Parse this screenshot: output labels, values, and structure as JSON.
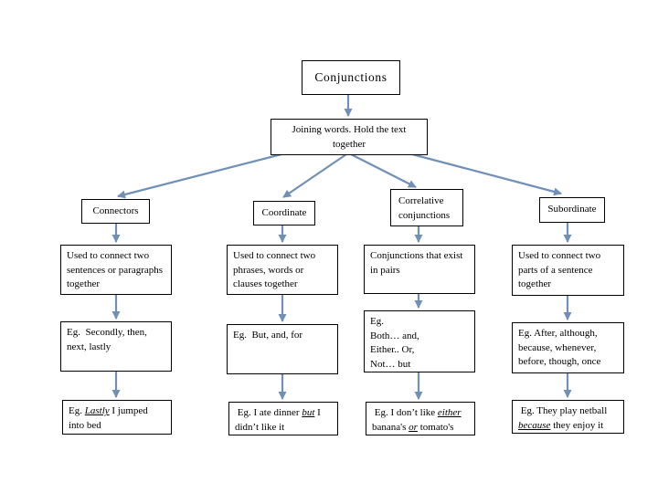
{
  "colors": {
    "arrow": "#7090B8",
    "border": "#000000",
    "background": "#FFFFFF"
  },
  "diagram": {
    "title": "Conjunctions",
    "definition": "Joining words. Hold the text\ntogether",
    "columns": [
      {
        "id": "connectors",
        "header": "Connectors",
        "description": "Used to connect two\nsentences or paragraphs\ntogether",
        "examples": "Eg.  Secondly, then,\nnext, lastly",
        "sentence": [
          {
            "t": "Eg. "
          },
          {
            "t": "Lastly",
            "s": "iu"
          },
          {
            "t": " I jumped\ninto bed"
          }
        ]
      },
      {
        "id": "coordinate",
        "header": "Coordinate",
        "description": "Used to connect two\nphrases, words or\nclauses together",
        "examples": "Eg.  But, and, for",
        "sentence": [
          {
            "t": " Eg. I ate dinner "
          },
          {
            "t": "but",
            "s": "iu"
          },
          {
            "t": " I\ndidn’t like it"
          }
        ]
      },
      {
        "id": "correlative",
        "header": "Correlative\nconjunctions",
        "description": "Conjunctions that exist\nin pairs",
        "examples": "Eg.\nBoth… and,\nEither.. Or,\nNot… but",
        "sentence": [
          {
            "t": " Eg. I don’t like "
          },
          {
            "t": "either",
            "s": "iu"
          },
          {
            "t": "\nbanana's "
          },
          {
            "t": "or",
            "s": "iu"
          },
          {
            "t": " tomato's"
          }
        ]
      },
      {
        "id": "subordinate",
        "header": "Subordinate",
        "description": "Used to connect two\nparts of a sentence\ntogether",
        "examples": "Eg. After, although,\nbecause, whenever,\nbefore, though, once",
        "sentence": [
          {
            "t": " Eg. They play netball\n"
          },
          {
            "t": "because",
            "s": "iu"
          },
          {
            "t": " they enjoy it"
          }
        ]
      }
    ]
  }
}
